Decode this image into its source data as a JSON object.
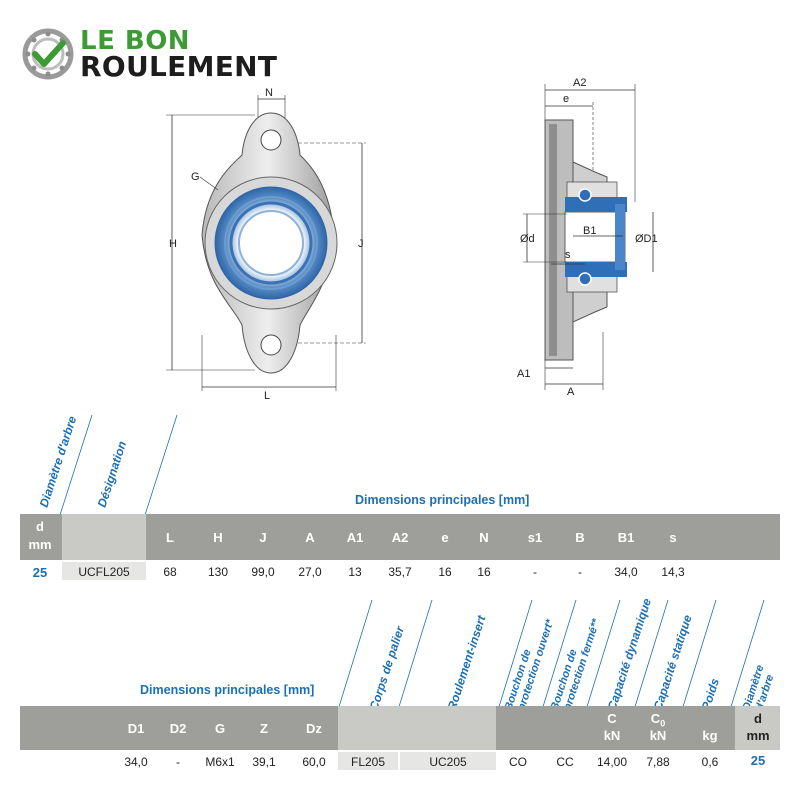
{
  "logo": {
    "line1": "LE BON",
    "line2": "ROULEMENT"
  },
  "drawing": {
    "front_labels": {
      "N": "N",
      "G": "G",
      "H": "H",
      "J": "J",
      "L": "L"
    },
    "side_labels": {
      "A2": "A2",
      "e": "e",
      "d": "Ød",
      "B1": "B1",
      "D1": "ØD1",
      "s": "s",
      "A1": "A1",
      "A": "A"
    }
  },
  "table1": {
    "title": "Dimensions principales [mm]",
    "rot_headers": [
      "Diamètre d'arbre",
      "Désignation"
    ],
    "headers": {
      "d": "d",
      "mm": "mm",
      "cols": [
        "L",
        "H",
        "J",
        "A",
        "A1",
        "A2",
        "e",
        "N",
        "s1",
        "B",
        "B1",
        "s"
      ]
    },
    "row": {
      "d": "25",
      "designation": "UCFL205",
      "values": [
        "68",
        "130",
        "99,0",
        "27,0",
        "13",
        "35,7",
        "16",
        "16",
        "-",
        "-",
        "34,0",
        "14,3"
      ]
    }
  },
  "table2": {
    "title": "Dimensions principales [mm]",
    "rot_headers": [
      "Corps de palier",
      "Roulement-insert",
      "Bouchon de",
      "protection ouvert*",
      "Bouchon de",
      "protection fermé**",
      "Capacité dynamique",
      "Capacité statique",
      "Poids",
      "Diamètre",
      "d'arbre"
    ],
    "headers": {
      "cols": [
        "D1",
        "D2",
        "G",
        "Z",
        "Dz"
      ],
      "C": "C",
      "C_kN": "kN",
      "C0": "C",
      "C0_sub": "0",
      "C0_kN": "kN",
      "kg": "kg",
      "d": "d",
      "mm": "mm"
    },
    "row": {
      "values": [
        "34,0",
        "-",
        "M6x1",
        "39,1",
        "60,0"
      ],
      "housing": "FL205",
      "insert": "UC205",
      "open_cap": "CO",
      "closed_cap": "CC",
      "C": "14,00",
      "C0": "7,88",
      "weight": "0,6",
      "d": "25"
    }
  }
}
